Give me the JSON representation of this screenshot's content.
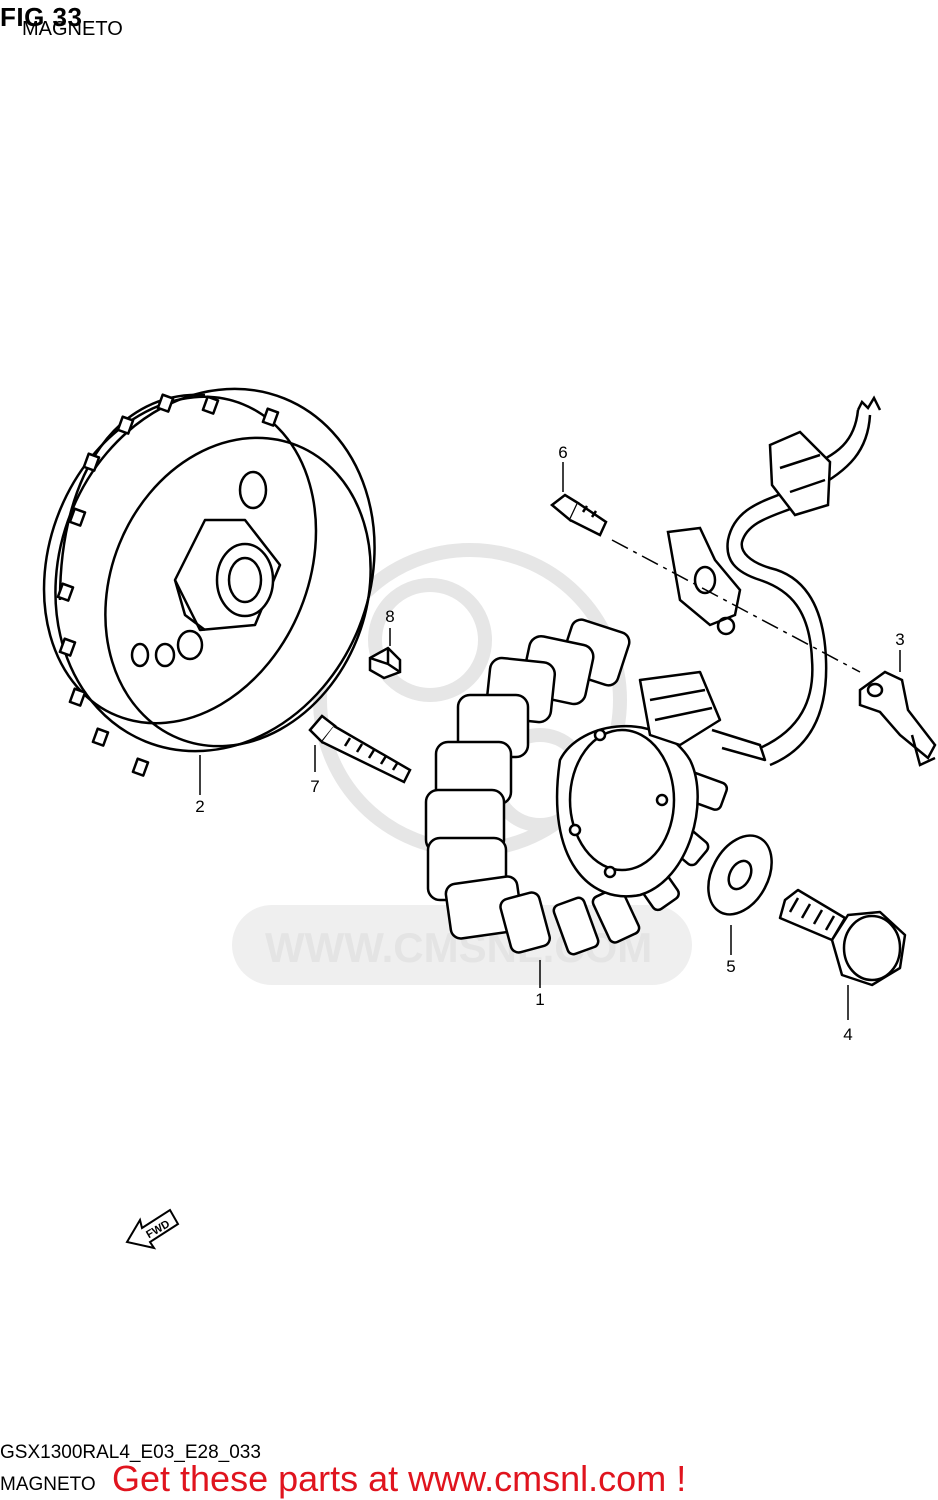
{
  "header": {
    "figure": "FIG 33",
    "section": "MAGNETO"
  },
  "watermark": "WWW.CMSNL.COM",
  "fwd_label": "FWD",
  "callouts": [
    {
      "id": "1",
      "part": "stator"
    },
    {
      "id": "2",
      "part": "rotor"
    },
    {
      "id": "3",
      "part": "clamp"
    },
    {
      "id": "4",
      "part": "bolt"
    },
    {
      "id": "5",
      "part": "washer"
    },
    {
      "id": "6",
      "part": "screw"
    },
    {
      "id": "7",
      "part": "bolt"
    },
    {
      "id": "8",
      "part": "key"
    }
  ],
  "footer": {
    "diagram_code": "GSX1300RAL4_E03_E28_033",
    "section": "MAGNETO",
    "promo": "Get these parts at www.cmsnl.com !"
  },
  "colors": {
    "promo": "#e0141e",
    "watermark": "#e4e4e4",
    "line": "#000000"
  }
}
